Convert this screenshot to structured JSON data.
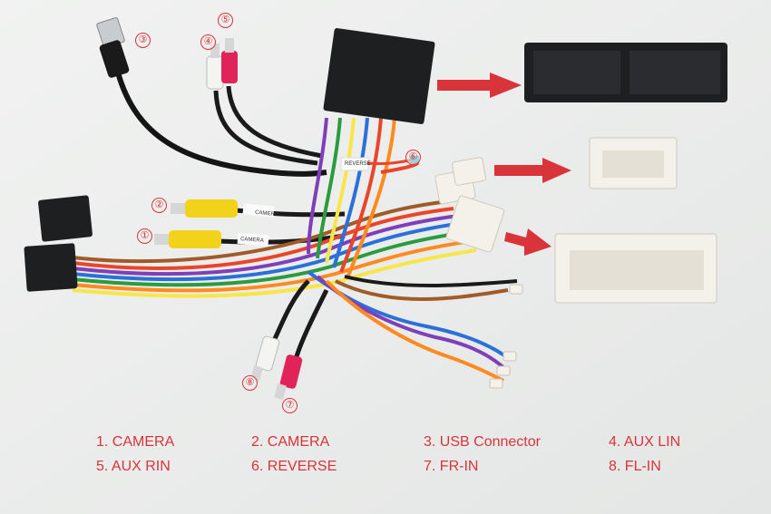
{
  "colors": {
    "accent_red": "#d8343a",
    "background": "#eceeed",
    "connector_black": "#1e1f21",
    "connector_white": "#f4f1ea"
  },
  "callouts": [
    "①",
    "②",
    "③",
    "④",
    "⑤",
    "⑥",
    "⑦",
    "⑧"
  ],
  "wire_tags": [
    "CAMERA",
    "CAMERA",
    "REVERSE"
  ],
  "legend": [
    "1. CAMERA",
    "2. CAMERA",
    "3. USB Connector",
    "4. AUX LIN",
    "5. AUX RIN",
    "6. REVERSE",
    "7. FR-IN",
    "8. FL-IN"
  ]
}
